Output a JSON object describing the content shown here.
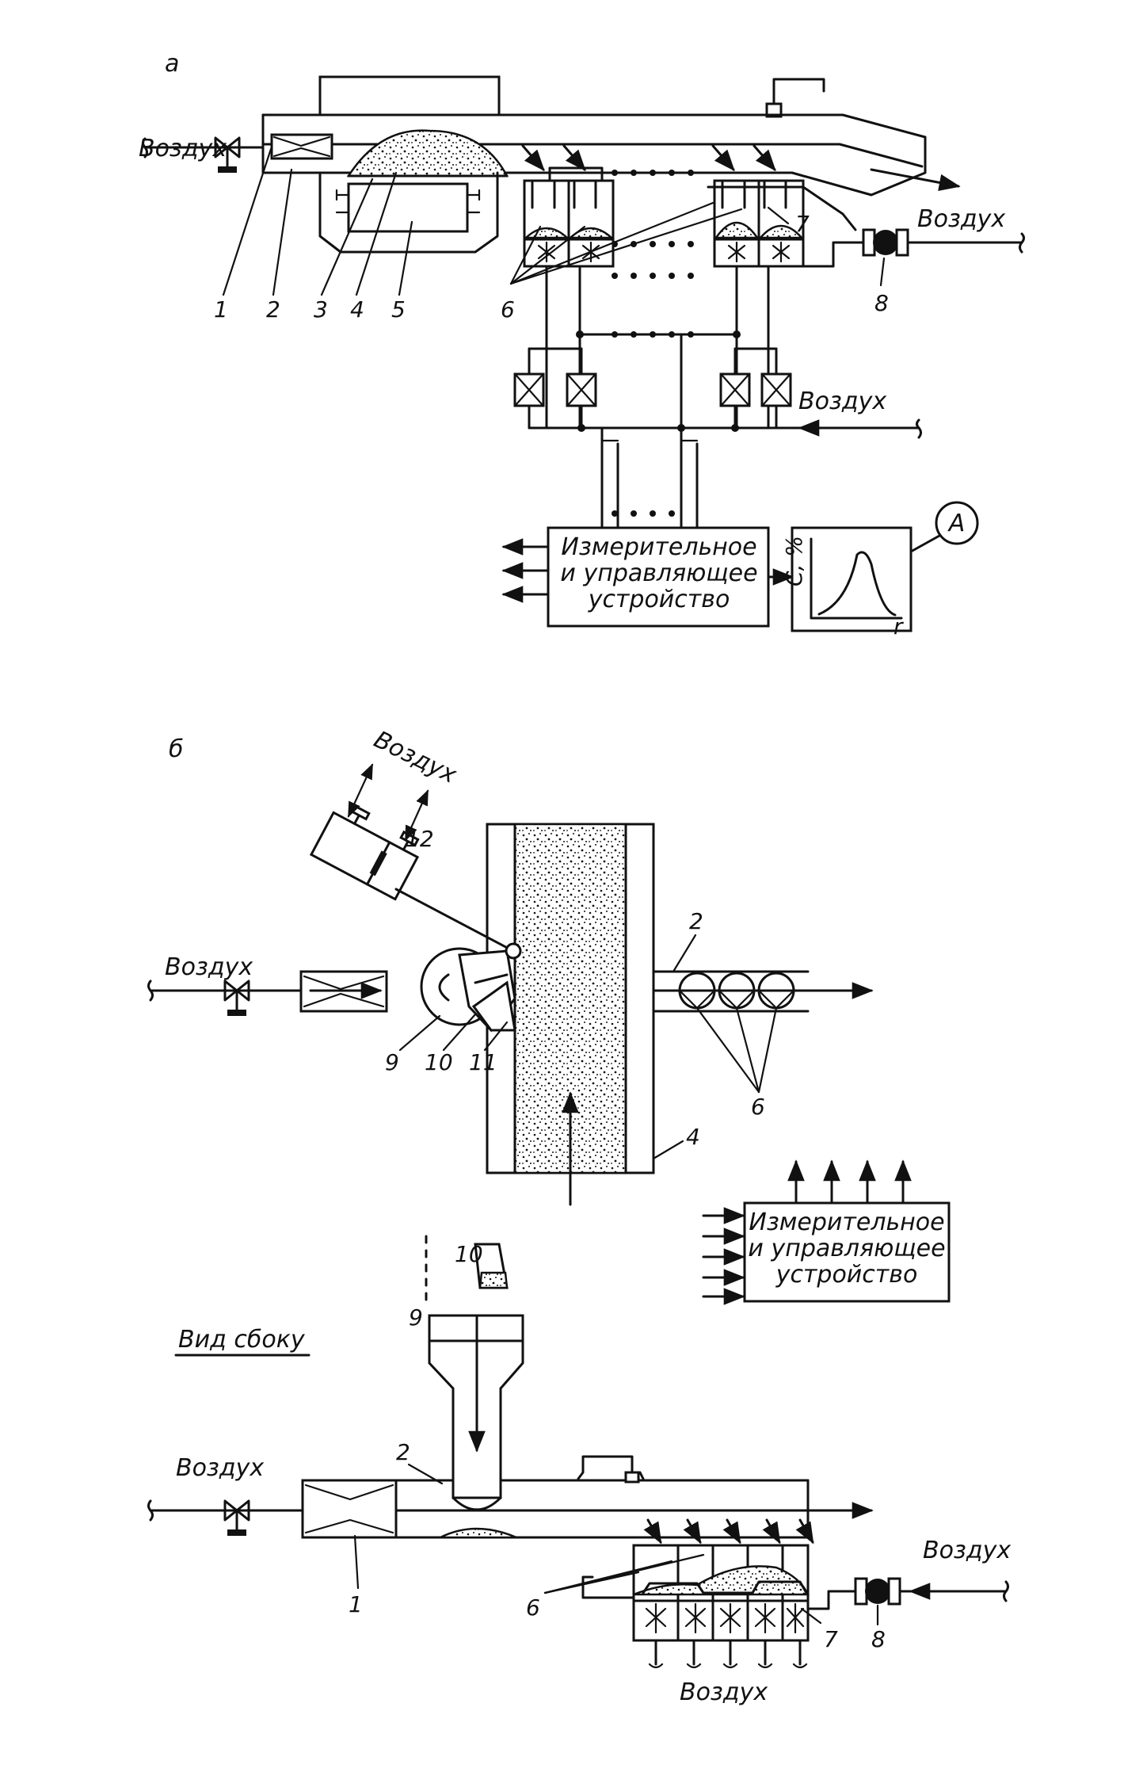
{
  "panels": {
    "a": {
      "letter": "a",
      "air_labels": [
        "Воздух",
        "Воздух",
        "Воздух"
      ],
      "numbers": [
        "1",
        "2",
        "3",
        "4",
        "5",
        "6",
        "7",
        "8"
      ],
      "device": [
        "Измерительное",
        "и управляющее",
        "устройство"
      ],
      "graph_y": "C, %",
      "graph_x": "r",
      "circle": "A"
    },
    "b": {
      "letter": "б",
      "air_labels": [
        "Воздух",
        "Воздух"
      ],
      "numbers": [
        "12",
        "2",
        "9",
        "10",
        "11",
        "6",
        "4"
      ],
      "device": [
        "Измерительное",
        "и управляющее",
        "устройство"
      ]
    },
    "side": {
      "caption": "Вид сбоку",
      "air_labels": [
        "Воздух",
        "Воздух",
        "Воздух"
      ],
      "numbers": [
        "10",
        "9",
        "2",
        "1",
        "6",
        "7",
        "8"
      ]
    }
  }
}
